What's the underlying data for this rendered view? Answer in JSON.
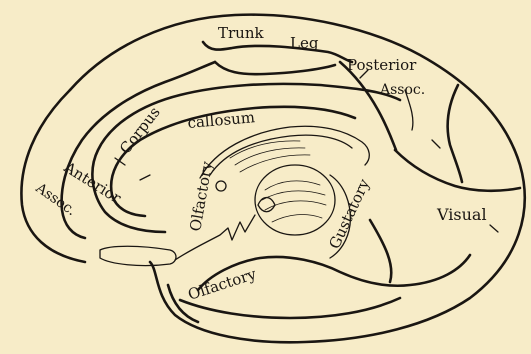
{
  "labels": {
    "trunk": "Trunk",
    "leg": "Leg",
    "posterior": "Posterior",
    "assoc_posterior": "Assoc.",
    "corpus": "Corpus",
    "callosum": "callosum",
    "anterior": "Anterior",
    "assoc_anterior": "Assoc.",
    "olfactory_upper": "Olfactory",
    "gustatory": "Gustatory",
    "visual": "Visual",
    "olfactory_lower": "Olfactory"
  },
  "colors": {
    "background": "#f7ecc8",
    "ink": "#1a1612"
  }
}
